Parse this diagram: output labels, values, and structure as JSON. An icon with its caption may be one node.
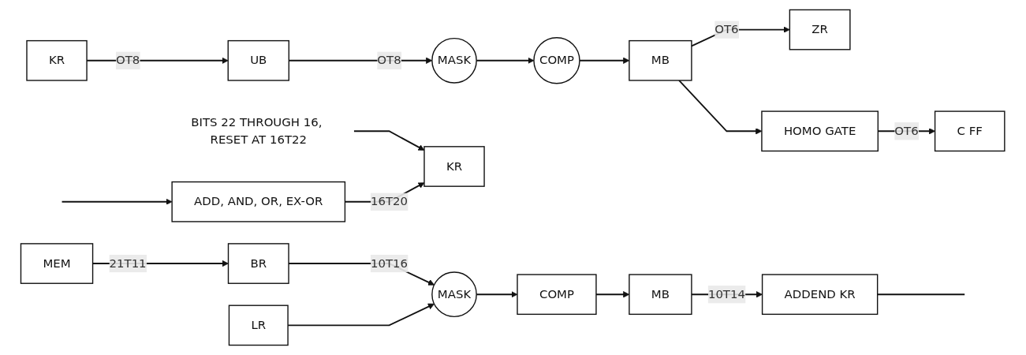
{
  "diagram": {
    "nodes": [
      {
        "text": [
          "KR"
        ]
      },
      {
        "text": [
          "UB"
        ]
      },
      {
        "text": [
          "MASK"
        ]
      },
      {
        "text": [
          "COMP"
        ]
      },
      {
        "text": [
          "MB"
        ]
      },
      {
        "text": [
          "ZR"
        ]
      },
      {
        "text": [
          "HOMO GATE"
        ]
      },
      {
        "text": [
          "C FF"
        ]
      },
      {
        "text": [
          "BITS 22 THROUGH 16, RESET AT 16T22"
        ]
      },
      {
        "text": [
          "KR"
        ]
      },
      {
        "text": [
          "ADD, AND, OR, EX-OR"
        ]
      },
      {
        "text": [
          "LR"
        ]
      },
      {
        "text": [
          "MEM"
        ]
      },
      {
        "text": [
          "BR"
        ]
      },
      {
        "text": [
          "MASK"
        ]
      },
      {
        "text": [
          "COMP"
        ]
      },
      {
        "text": [
          "MB"
        ]
      },
      {
        "text": [
          "ADDEND KR"
        ]
      }
    ],
    "edges": [
      {
        "from": 0,
        "to": 1,
        "arrow": "to",
        "label": "OT8"
      },
      {
        "from": 1,
        "to": 2,
        "arrow": "to",
        "label": "OT8"
      },
      {
        "from": 2,
        "to": 3,
        "arrow": "to"
      },
      {
        "from": 3,
        "to": 4,
        "arrow": "to"
      },
      {
        "from": 4,
        "to": 5,
        "arrow": "to",
        "label": "OT6"
      },
      {
        "from": 4,
        "to": 6,
        "arrow": "to"
      },
      {
        "from": 6,
        "to": 7,
        "arrow": "to",
        "label": "OT6"
      },
      {
        "from": 8,
        "to": 9,
        "arrow": "to"
      },
      {
        "from": 10,
        "to": 9,
        "arrow": "to",
        "label": "16T20"
      },
      {
        "from": null,
        "to": 10,
        "arrow": "to"
      },
      {
        "from": 12,
        "to": 13,
        "arrow": "to",
        "label": "21T11"
      },
      {
        "from": 13,
        "to": 14,
        "arrow": "to",
        "label": "10T16"
      },
      {
        "from": 11,
        "to": 14,
        "arrow": "to"
      },
      {
        "from": 14,
        "to": 15,
        "arrow": "to"
      },
      {
        "from": 15,
        "to": 16,
        "arrow": "to"
      },
      {
        "from": 16,
        "to": 17,
        "arrow": "to",
        "label": "10T14"
      },
      {
        "from": 17,
        "to": null,
        "arrow": "none"
      }
    ]
  }
}
